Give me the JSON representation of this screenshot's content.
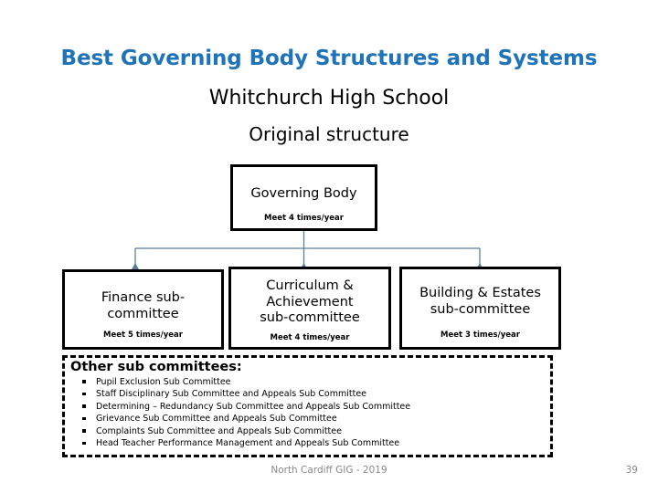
{
  "slide": {
    "title": "Best Governing Body Structures and Systems",
    "subtitle_line1": "Whitchurch High School",
    "subtitle_line2": "Original structure",
    "title_color": "#1F73B7",
    "connector_color": "#5B7E9E"
  },
  "chart_data": {
    "type": "diagram",
    "diagram_kind": "organizational-hierarchy",
    "title": "Best Governing Body Structures and Systems",
    "root": {
      "id": "governing-body",
      "label": "Governing Body",
      "note": "Meet 4 times/year",
      "meetings_per_year": 4
    },
    "children": [
      {
        "id": "finance-sub-committee",
        "label": "Finance sub-committee",
        "label_lines": [
          "Finance sub-",
          "committee"
        ],
        "note": "Meet 5 times/year",
        "meetings_per_year": 5
      },
      {
        "id": "curriculum-achievement-sub-committee",
        "label": "Curriculum & Achievement sub-committee",
        "label_lines": [
          "Curriculum &",
          "Achievement",
          "sub-committee"
        ],
        "note": "Meet 4 times/year",
        "meetings_per_year": 4
      },
      {
        "id": "building-estates-sub-committee",
        "label": "Building & Estates sub-committee",
        "label_lines": [
          "Building & Estates",
          "sub-committee"
        ],
        "note": "Meet 3 times/year",
        "meetings_per_year": 3
      }
    ]
  },
  "nodes": {
    "governing_body": {
      "title": "Governing Body",
      "note": "Meet 4 times/year"
    },
    "finance": {
      "title_line1": "Finance sub-",
      "title_line2": "committee",
      "note": "Meet 5 times/year"
    },
    "curriculum": {
      "title_line1": "Curriculum &",
      "title_line2": "Achievement",
      "title_line3": "sub-committee",
      "note": "Meet 4 times/year"
    },
    "building": {
      "title_line1": "Building & Estates",
      "title_line2": "sub-committee",
      "note": "Meet 3 times/year"
    }
  },
  "other_committees": {
    "heading": "Other sub committees:",
    "items": [
      "Pupil Exclusion Sub Committee",
      "Staff Disciplinary Sub Committee and Appeals Sub Committee",
      "Determining – Redundancy Sub Committee and Appeals Sub Committee",
      "Grievance  Sub Committee and Appeals Sub Committee",
      "Complaints Sub Committee and Appeals Sub Committee",
      "Head Teacher Performance Management and Appeals Sub Committee"
    ]
  },
  "footer": {
    "note": "North Cardiff GIG - 2019",
    "page_number": "39"
  }
}
